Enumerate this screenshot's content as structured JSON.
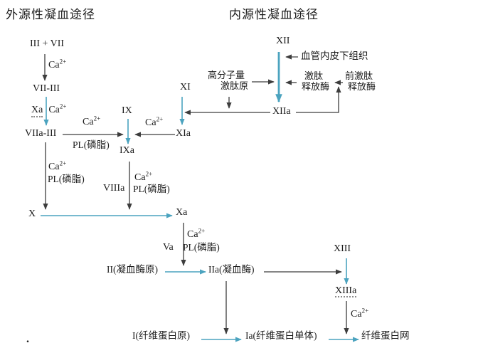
{
  "titles": {
    "extrinsic": "外源性凝血途径",
    "intrinsic": "内源性凝血途径"
  },
  "labels": {
    "f3_f7": "III + VII",
    "f7_3": "VII-III",
    "xa_cofactor": "Xa",
    "f7a_3": "VIIa-III",
    "f9": "IX",
    "f9a": "IXa",
    "f11": "XI",
    "f11a": "XIa",
    "f12": "XII",
    "f12a": "XIIa",
    "f8a": "VIIIa",
    "fX": "X",
    "fXa": "Xa",
    "va": "Va",
    "f2": "II(凝血酶原)",
    "f2a": "IIa(凝血酶)",
    "f13": "XIII",
    "f13a": "XIIIa",
    "f1": "I(纤维蛋白原)",
    "f1a": "Ia(纤维蛋白单体)",
    "fibrin_net": "纤维蛋白网",
    "subendothelium": "血管内皮下组织",
    "hmwk_line1": "高分子量",
    "hmwk_line2": "激肽原",
    "kallikrein_line1": "激肽",
    "kallikrein_line2": "释放酶",
    "prekallikrein_line1": "前激肽",
    "prekallikrein_line2": "释放酶",
    "ca_base": "Ca",
    "ca_sup": "2+",
    "pl": "PL(磷脂)",
    "period": "."
  },
  "colors": {
    "arrow_blue": "#4ba3bf",
    "arrow_dark": "#3d3d3d",
    "text_color": "#1c1c1c",
    "bg": "#ffffff"
  },
  "edges": [
    {
      "from": "III + VII",
      "to": "VII-III",
      "cofactors": "Ca2+"
    },
    {
      "from": "VII-III",
      "to": "VIIa-III",
      "cofactors": "Xa, Ca2+"
    },
    {
      "from": "VIIa-III",
      "to": "IX→IXa reaction",
      "cofactors": "Ca2+, PL(磷脂)"
    },
    {
      "from": "XIa",
      "to": "IX→IXa reaction",
      "cofactors": "Ca2+"
    },
    {
      "from": "IX",
      "to": "IXa",
      "cofactors": ""
    },
    {
      "from": "VIIa-III",
      "to": "X→Xa reaction",
      "cofactors": "Ca2+, PL(磷脂)"
    },
    {
      "from": "IXa",
      "to": "X→Xa reaction",
      "cofactors": "VIIIa, Ca2+, PL(磷脂)"
    },
    {
      "from": "X",
      "to": "Xa",
      "cofactors": ""
    },
    {
      "from": "Xa",
      "to": "II→IIa reaction",
      "cofactors": "Va, Ca2+, PL(磷脂)"
    },
    {
      "from": "II(凝血酶原)",
      "to": "IIa(凝血酶)",
      "cofactors": ""
    },
    {
      "from": "IIa(凝血酶)",
      "to": "I→Ia reaction",
      "cofactors": ""
    },
    {
      "from": "IIa(凝血酶)",
      "to": "XIII→XIIIa reaction",
      "cofactors": ""
    },
    {
      "from": "XIII",
      "to": "XIIIa",
      "cofactors": ""
    },
    {
      "from": "XIIIa",
      "to": "Ia→纤维蛋白网 reaction",
      "cofactors": "Ca2+"
    },
    {
      "from": "I(纤维蛋白原)",
      "to": "Ia(纤维蛋白单体)",
      "cofactors": ""
    },
    {
      "from": "Ia(纤维蛋白单体)",
      "to": "纤维蛋白网",
      "cofactors": ""
    },
    {
      "from": "血管内皮下组织",
      "to": "XII→XIIa reaction",
      "cofactors": ""
    },
    {
      "from": "高分子量激肽原",
      "to": "XII→XIIa reaction",
      "cofactors": ""
    },
    {
      "from": "激肽释放酶",
      "to": "XII→XIIa reaction",
      "cofactors": ""
    },
    {
      "from": "前激肽释放酶",
      "to": "激肽释放酶",
      "cofactors": ""
    },
    {
      "from": "XIIa",
      "to": "前激肽释放酶",
      "cofactors": ""
    },
    {
      "from": "XII",
      "to": "XIIa",
      "cofactors": ""
    },
    {
      "from": "XIIa",
      "to": "XI→XIa reaction",
      "cofactors": "高分子量激肽原"
    },
    {
      "from": "XI",
      "to": "XIa",
      "cofactors": ""
    }
  ]
}
